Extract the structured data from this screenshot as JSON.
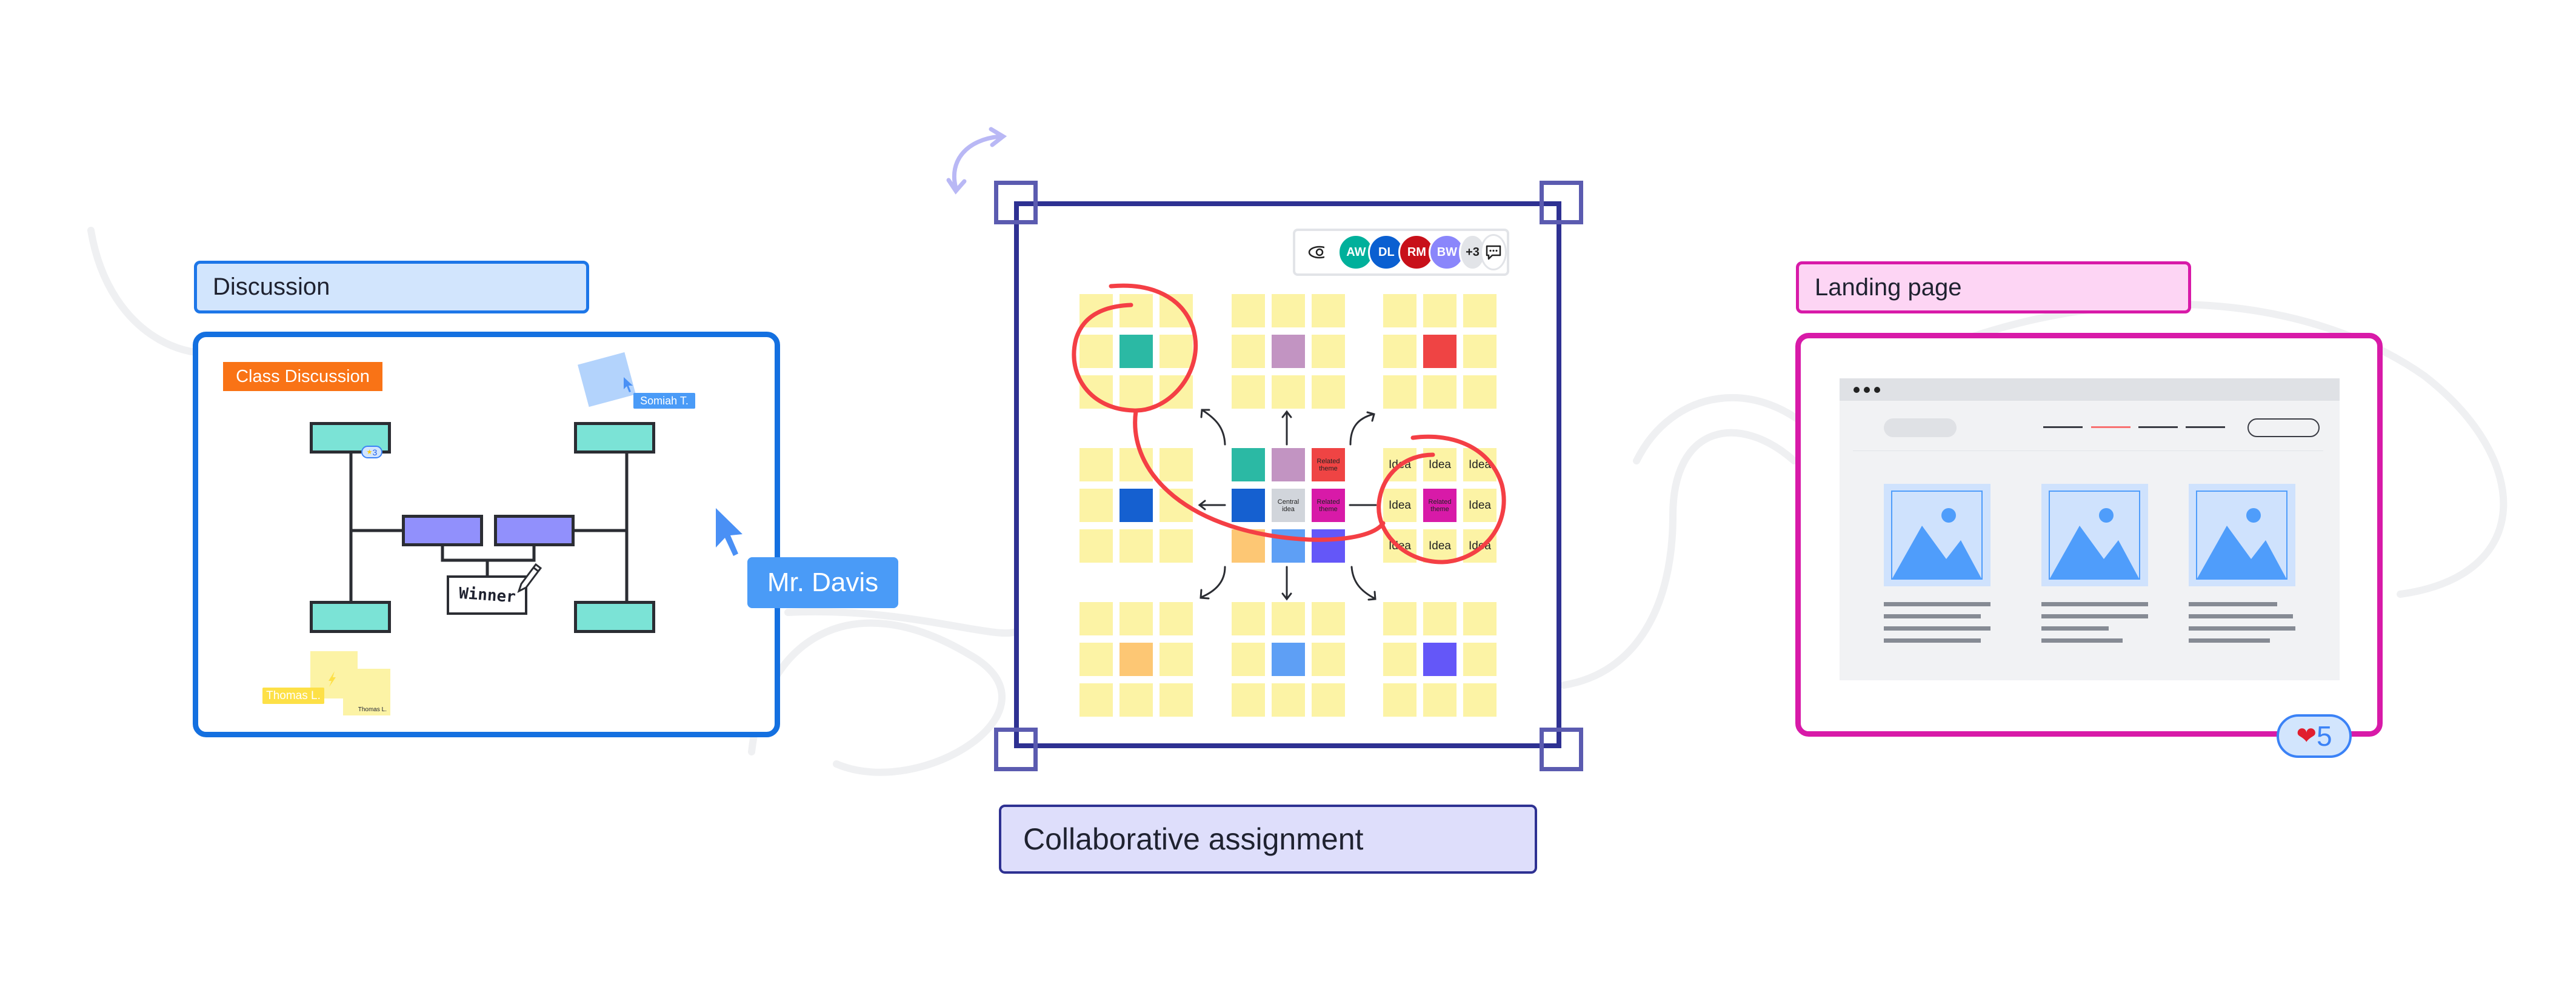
{
  "discussion": {
    "title": "Discussion",
    "class_label": "Class Discussion",
    "star_badge": "3",
    "winner_text": "Winner",
    "collaborators": {
      "somiah": "Somiah T.",
      "thomas": "Thomas L.",
      "thomas_note": "Thomas L.",
      "teacher": "Mr. Davis"
    },
    "accent": "#1470e0"
  },
  "collab": {
    "title": "Collaborative assignment",
    "accent": "#2e3192",
    "toolbar": {
      "avatars": [
        {
          "initials": "AW",
          "color": "#00b09b"
        },
        {
          "initials": "DL",
          "color": "#0a5fd1"
        },
        {
          "initials": "RM",
          "color": "#c8101a"
        },
        {
          "initials": "BW",
          "color": "#8a86fb"
        }
      ],
      "more_count": "+3"
    },
    "clusters": [
      {
        "cells": [
          {},
          {},
          {},
          {},
          {
            "color": "#2bb9a4"
          },
          {},
          {},
          {},
          {}
        ]
      },
      {
        "cells": [
          {},
          {},
          {},
          {},
          {
            "color": "#c294c2"
          },
          {},
          {},
          {},
          {}
        ]
      },
      {
        "cells": [
          {},
          {},
          {},
          {},
          {
            "color": "#ef4444"
          },
          {},
          {},
          {},
          {}
        ]
      },
      {
        "cells": [
          {},
          {},
          {},
          {},
          {
            "color": "#1560d0"
          },
          {},
          {},
          {},
          {}
        ]
      },
      {
        "cells": [
          {
            "color": "#2bb9a4"
          },
          {
            "color": "#c294c2"
          },
          {
            "color": "#ef4444",
            "text": "Related theme"
          },
          {
            "color": "#1560d0"
          },
          {
            "color": "#d1d5db",
            "text": "Central idea"
          },
          {
            "color": "#d81aa8",
            "text": "Related theme"
          },
          {
            "color": "#fdc774"
          },
          {
            "color": "#5e9ff5"
          },
          {
            "color": "#6457f8"
          }
        ]
      },
      {
        "cells": [
          {
            "text": "Idea"
          },
          {
            "text": "Idea"
          },
          {
            "text": "Idea"
          },
          {
            "text": "Idea"
          },
          {
            "color": "#d81aa8",
            "text": "Related theme"
          },
          {
            "text": "Idea"
          },
          {
            "text": "Idea"
          },
          {
            "text": "Idea"
          },
          {
            "text": "Idea"
          }
        ]
      },
      {
        "cells": [
          {},
          {},
          {},
          {},
          {
            "color": "#fdc774"
          },
          {},
          {},
          {},
          {}
        ]
      },
      {
        "cells": [
          {},
          {},
          {},
          {},
          {
            "color": "#5e9ff5"
          },
          {},
          {},
          {},
          {}
        ]
      },
      {
        "cells": [
          {},
          {},
          {},
          {},
          {
            "color": "#6457f8"
          },
          {},
          {},
          {},
          {}
        ]
      }
    ]
  },
  "landing": {
    "title": "Landing page",
    "accent": "#d81aa8",
    "reaction_count": "5"
  }
}
